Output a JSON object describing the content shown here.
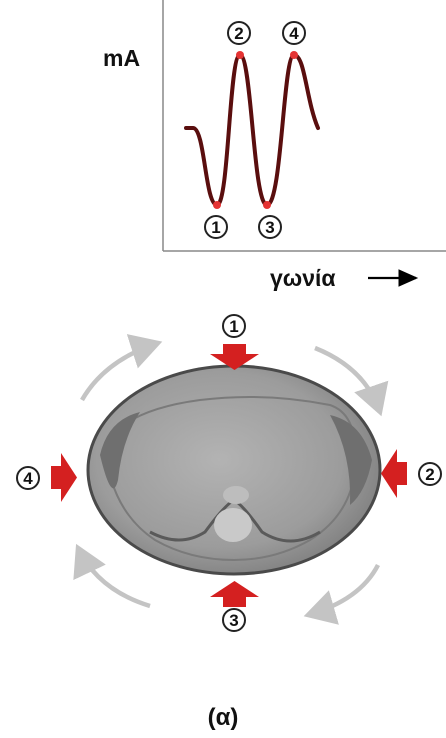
{
  "graph": {
    "y_axis_label": "mA",
    "x_axis_label": "γωνία",
    "x_axis_arrow": "right-arrow-icon",
    "peak_labels": [
      "2",
      "4"
    ],
    "trough_labels": [
      "1",
      "3"
    ],
    "curve_color": "#5a0e0e",
    "point_color": "#e53333"
  },
  "body_diagram": {
    "beam_labels": {
      "top": "1",
      "right": "2",
      "bottom": "3",
      "left": "4"
    },
    "arrow_color": "#d42020",
    "rotation_arrow_color": "#bdbdbd",
    "body_color": "#9a9a9a"
  },
  "caption": "(α)"
}
